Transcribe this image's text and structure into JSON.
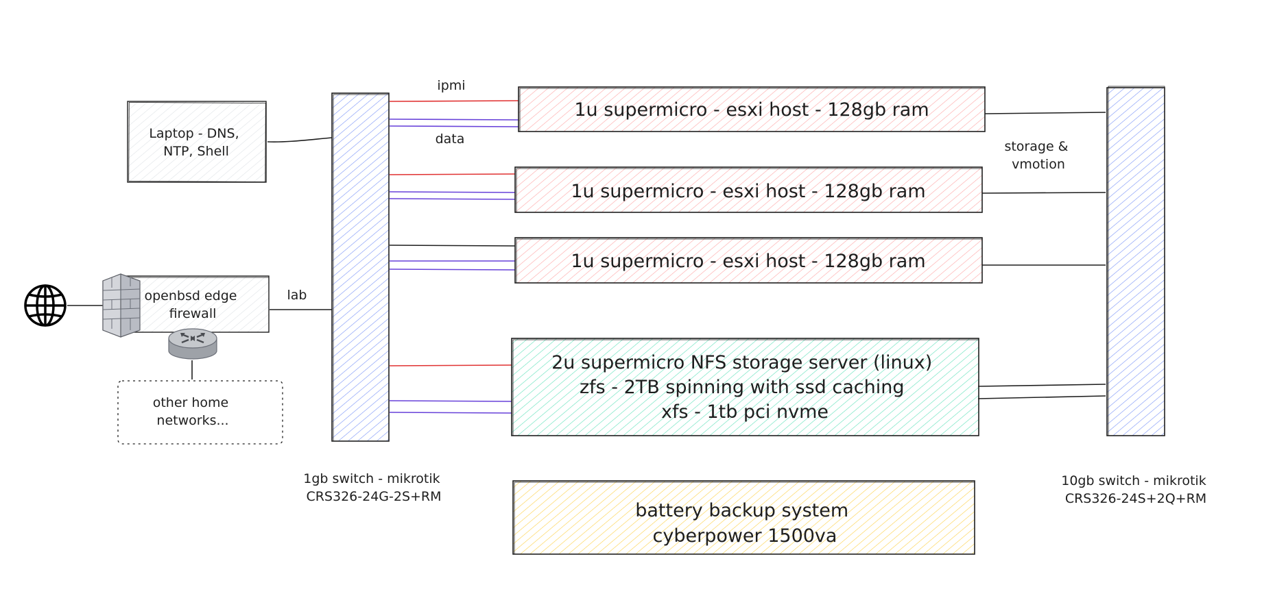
{
  "colors": {
    "stroke": "#1e1e1e",
    "ipmi_line": "#e03131",
    "data_line": "#6741d9",
    "switch_fill": "#4c6ef5",
    "esxi_fill": "#ff8787",
    "storage_fill": "#38d9a9",
    "battery_fill": "#fcc419",
    "neutral_fill": "#dee2e6"
  },
  "icons": {
    "internet": "globe-icon",
    "firewall": "brick-wall-firewall-icon",
    "router": "router-icon"
  },
  "labels": {
    "laptop": [
      "Laptop - DNS,",
      "NTP, Shell"
    ],
    "firewall": [
      "openbsd edge",
      "firewall"
    ],
    "other_networks": [
      "other home",
      "networks..."
    ],
    "lab": "lab",
    "ipmi": "ipmi",
    "data": "data",
    "storage_vmotion": [
      "storage &",
      "vmotion"
    ],
    "switch_1gb": [
      "1gb switch - mikrotik",
      "CRS326-24G-2S+RM"
    ],
    "switch_10gb": [
      "10gb switch - mikrotik",
      "CRS326-24S+2Q+RM"
    ],
    "esxi_hosts": [
      "1u supermicro - esxi host - 128gb ram",
      "1u supermicro - esxi host - 128gb ram",
      "1u supermicro - esxi host - 128gb ram"
    ],
    "storage_server": [
      "2u supermicro NFS storage server (linux)",
      "zfs - 2TB spinning with ssd caching",
      "xfs - 1tb pci nvme"
    ],
    "battery": [
      "battery backup system",
      "cyberpower 1500va"
    ]
  }
}
